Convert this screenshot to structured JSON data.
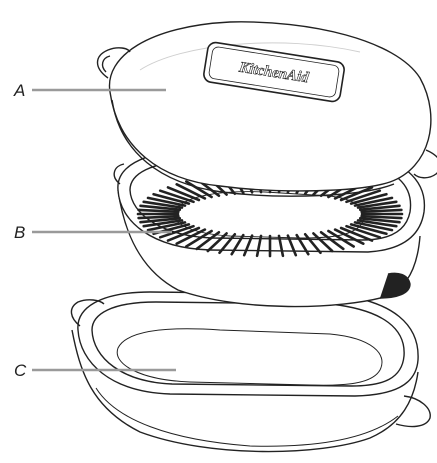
{
  "diagram": {
    "callouts": [
      {
        "label": "A"
      },
      {
        "label": "B"
      },
      {
        "label": "C"
      }
    ],
    "brand_logo_text": "KitchenAid",
    "colors": {
      "line": "#222222",
      "leader": "#9a9a9a",
      "background": "#ffffff"
    }
  }
}
